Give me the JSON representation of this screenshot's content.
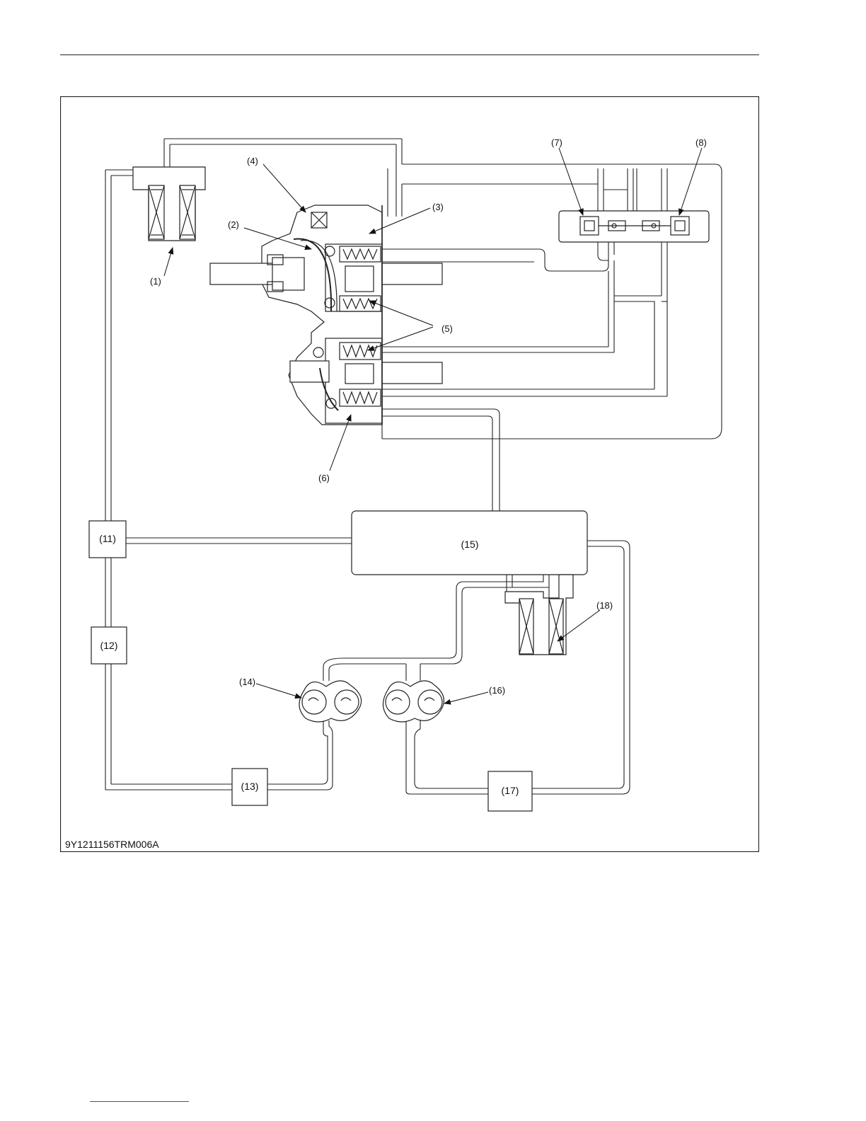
{
  "figure": {
    "code": "9Y1211156TRM006A",
    "callouts": {
      "c1": "(1)",
      "c2": "(2)",
      "c3": "(3)",
      "c4": "(4)",
      "c5": "(5)",
      "c6": "(6)",
      "c7": "(7)",
      "c8": "(8)",
      "c14": "(14)",
      "c16": "(16)",
      "c18": "(18)"
    },
    "boxes": {
      "b11": "(11)",
      "b12": "(12)",
      "b13": "(13)",
      "b15": "(15)",
      "b17": "(17)"
    }
  }
}
